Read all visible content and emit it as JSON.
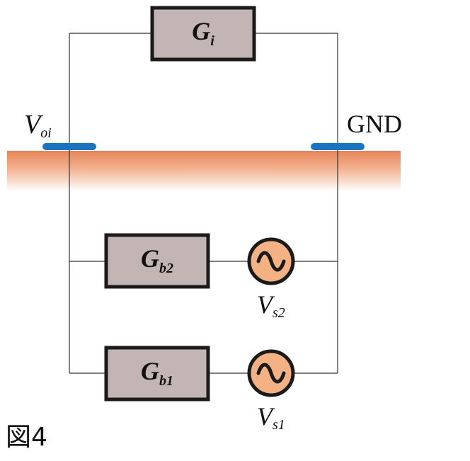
{
  "blocks": {
    "top": {
      "main": "G",
      "sub": "i"
    },
    "middle": {
      "main": "G",
      "sub": "b2"
    },
    "bottom": {
      "main": "G",
      "sub": "b1"
    }
  },
  "labels": {
    "voi": {
      "main": "V",
      "sub": "oi"
    },
    "gnd": "GND",
    "vs2": {
      "main": "V",
      "sub": "s2"
    },
    "vs1": {
      "main": "V",
      "sub": "s1"
    }
  },
  "caption": "図4",
  "colors": {
    "block_fill": "#c4b5b5",
    "block_border": "#1a1a1a",
    "electrode": "#1a74c0",
    "ground_surface": "#e9875a",
    "source_fill": "#f4b183",
    "wire": "#333333"
  }
}
